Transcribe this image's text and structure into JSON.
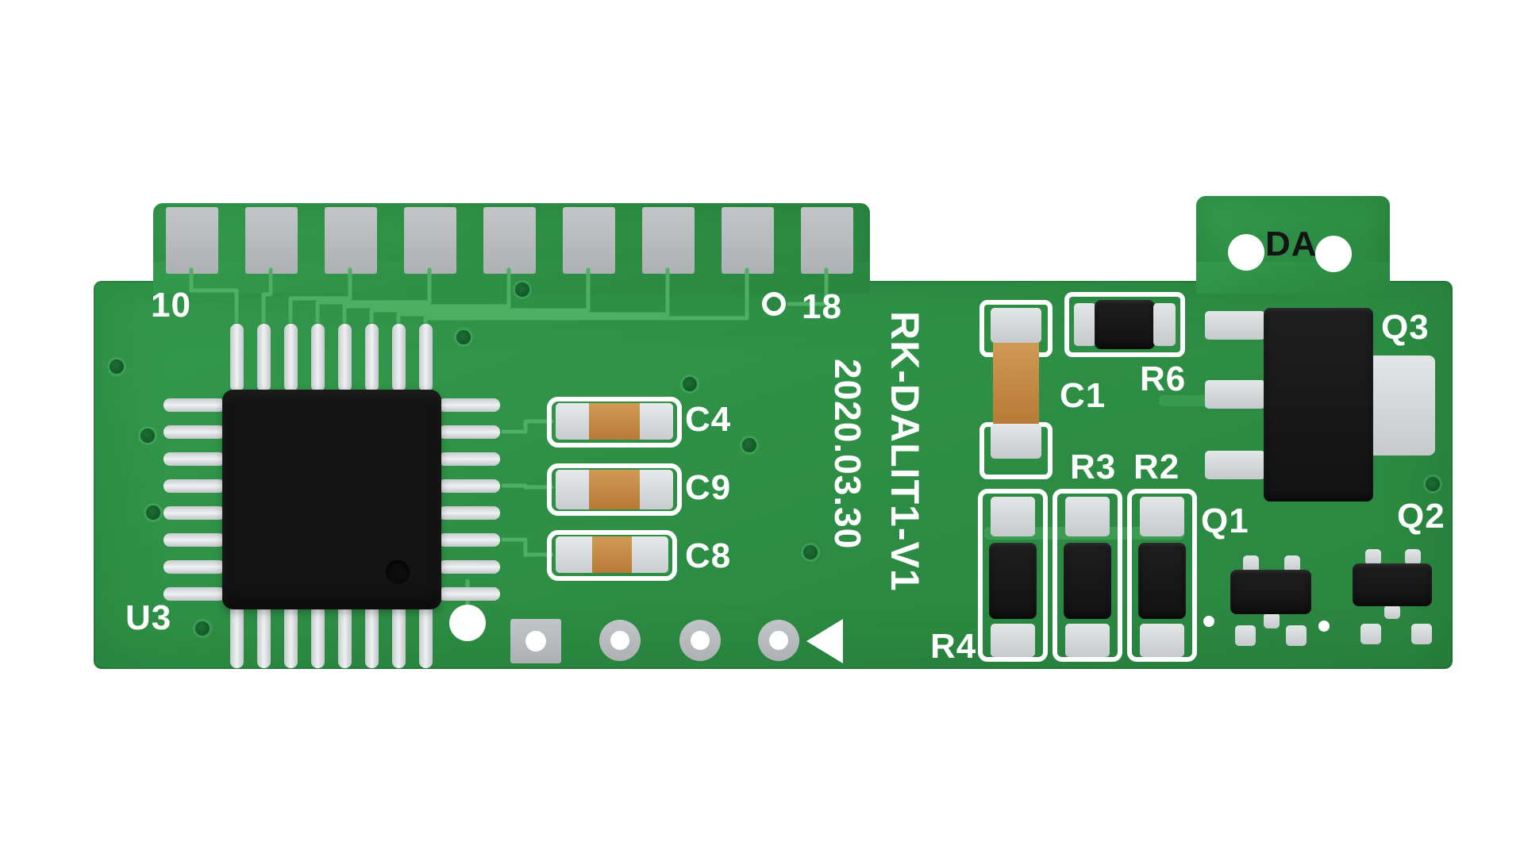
{
  "colors": {
    "background": "#FFFFFF",
    "board_green": "#2E9247",
    "trace_green": "#4CAF62",
    "silkscreen_white": "#FFFFFF",
    "text_black": "#141414",
    "pad_gray": "#B6B9BB",
    "component_silver": "#D9DCDD",
    "component_black": "#171717",
    "capacitor_tan": "#C08440"
  },
  "board": {
    "silkscreen": {
      "pin10": "10",
      "pin18": "18",
      "u3": "U3",
      "c4": "C4",
      "c9": "C9",
      "c8": "C8",
      "model": "RK-DALIT1-V1",
      "date": "2020.03.30",
      "c1": "C1",
      "r6": "R6",
      "r3": "R3",
      "r2": "R2",
      "r4": "R4",
      "q1": "Q1",
      "q2": "Q2",
      "q3": "Q3",
      "da": "DA"
    },
    "connector": {
      "pad_count": 9
    }
  }
}
